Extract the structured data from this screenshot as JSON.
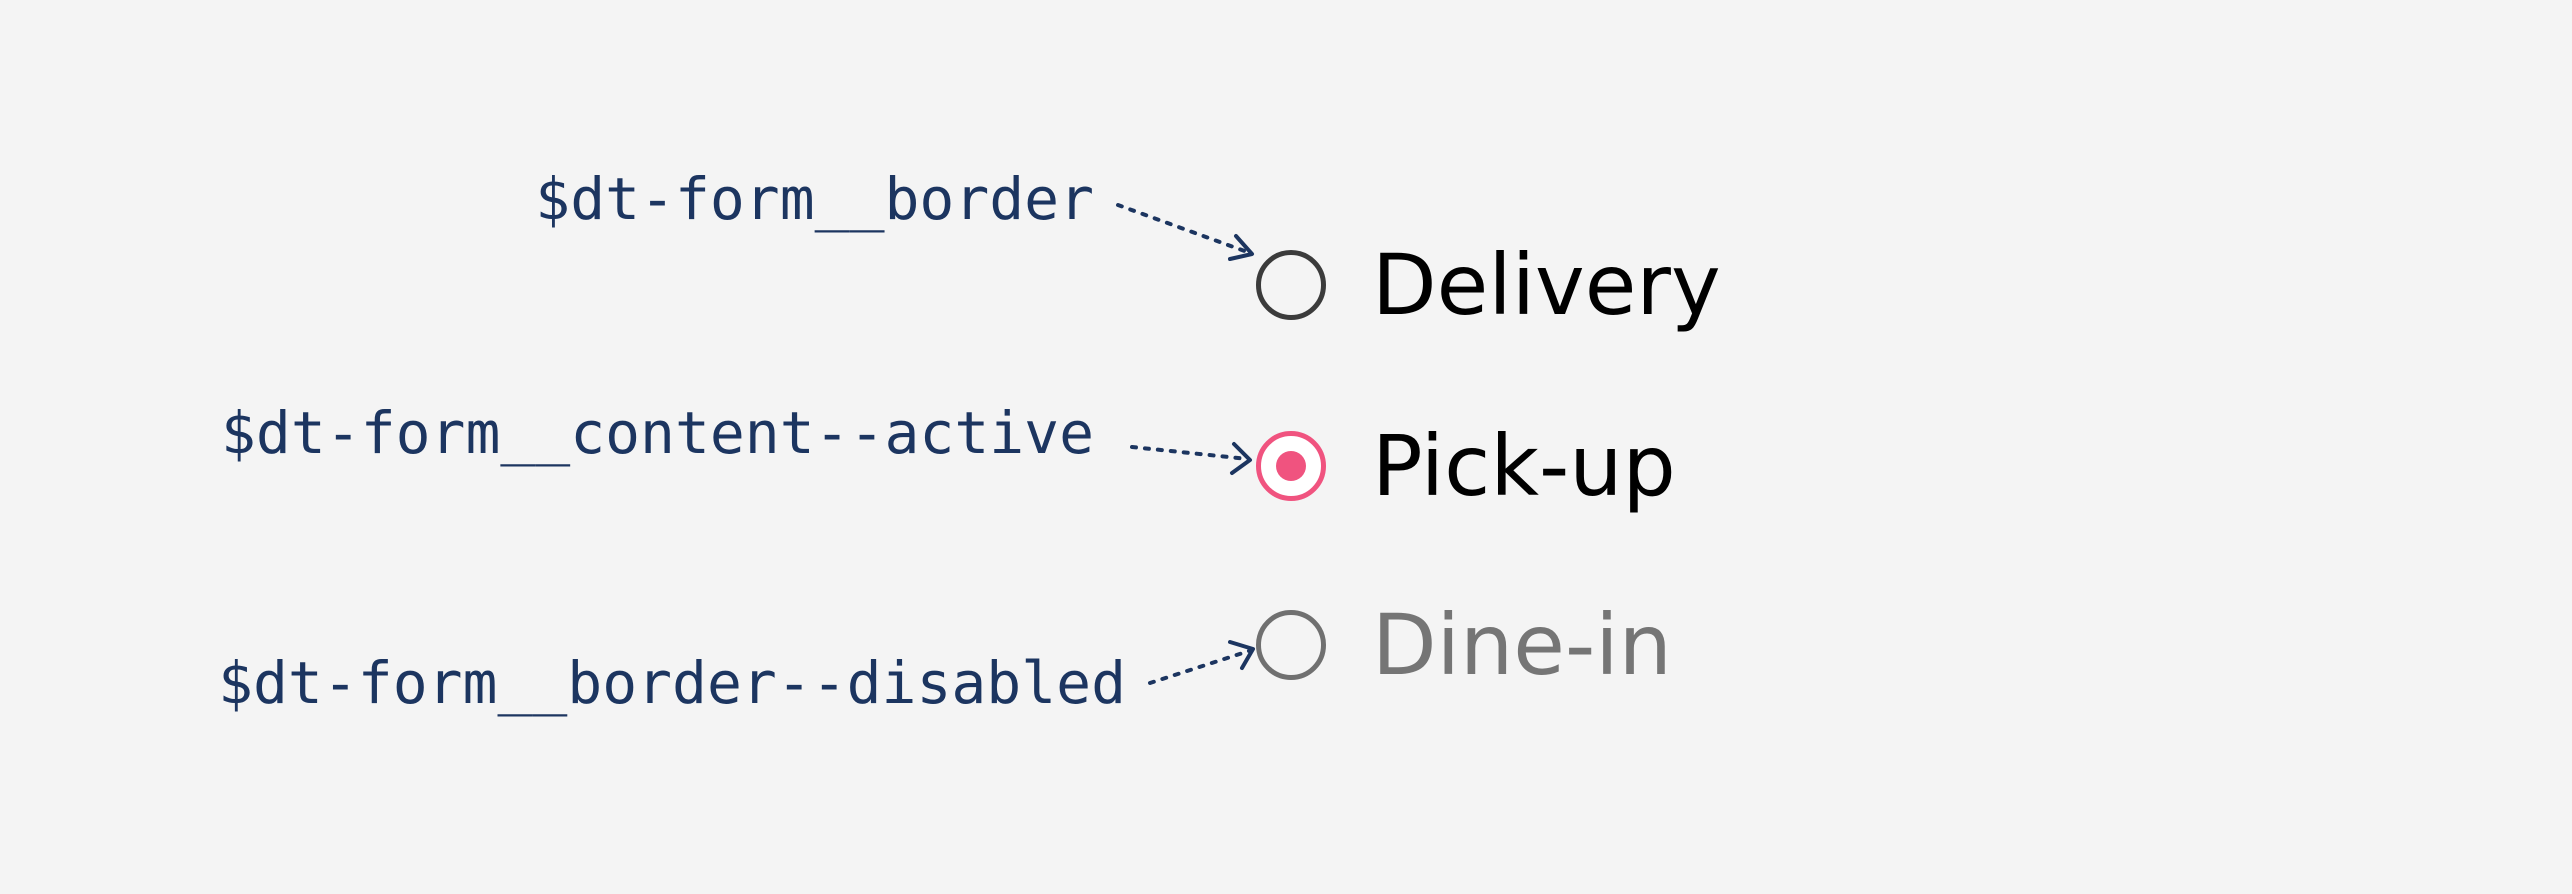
{
  "annotations": {
    "border": "$dt-form__border",
    "content_active": "$dt-form__content--active",
    "border_disabled": "$dt-form__border--disabled"
  },
  "options": [
    {
      "label": "Delivery",
      "state": "unchecked"
    },
    {
      "label": "Pick-up",
      "state": "checked"
    },
    {
      "label": "Dine-in",
      "state": "disabled"
    }
  ],
  "colors": {
    "annotation_text": "#1c3560",
    "border": "#3b3b3b",
    "active": "#f0537f",
    "disabled": "#707070",
    "background": "#f4f4f4"
  }
}
